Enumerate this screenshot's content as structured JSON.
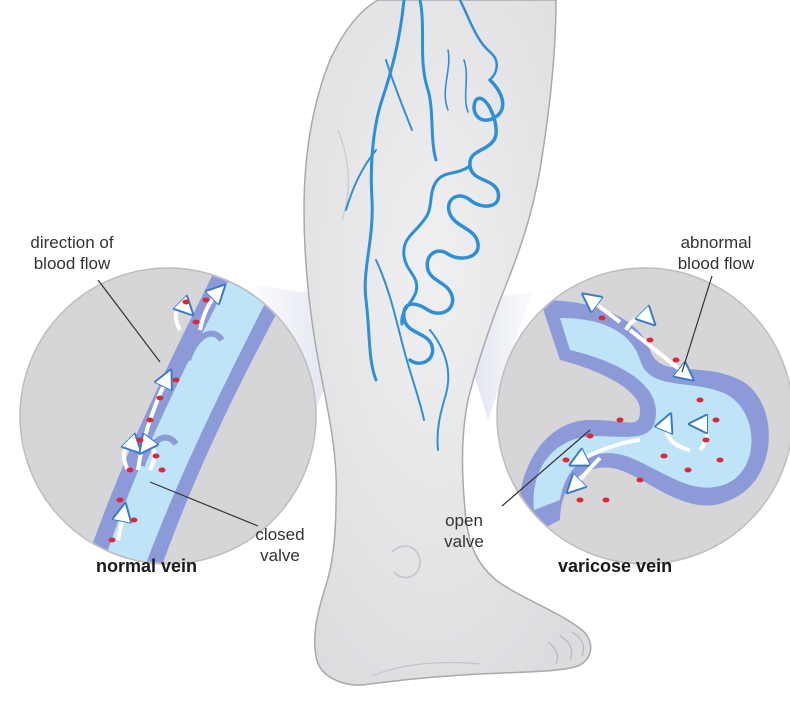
{
  "labels": {
    "direction_line1": "direction of",
    "direction_line2": "blood flow",
    "abnormal_line1": "abnormal",
    "abnormal_line2": "blood flow",
    "closed_line1": "closed",
    "closed_line2": "valve",
    "open_line1": "open",
    "open_line2": "valve"
  },
  "captions": {
    "normal": "normal vein",
    "varicose": "varicose vein"
  },
  "colors": {
    "skin": "#e8e8ea",
    "skin_outline": "#a9a9ad",
    "vein": "#2f8fd6",
    "vein_wall": "#8c9bd8",
    "lumen": "#bfe3f7",
    "blood_cell": "#d8293c",
    "circle_bg": "#d6d6d8",
    "arrow": "#ffffff"
  },
  "icons": {
    "flow_arrow": "arrow-icon",
    "blood_cell": "blood-cell-icon"
  }
}
